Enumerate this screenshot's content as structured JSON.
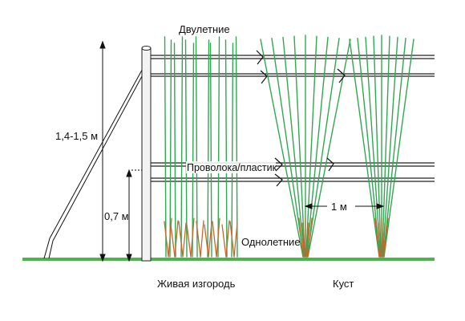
{
  "labels": {
    "biennial": "Двулетние",
    "wire_plastic": "Проволока/пластик",
    "annual": "Однолетние",
    "hedge": "Живая изгородь",
    "bush": "Куст",
    "total_height": "1,4-1,5 м",
    "lower_height": "0,7 м",
    "spacing": "1 м"
  },
  "colors": {
    "ground": "#4db34d",
    "cane_green": "#2fa84f",
    "cane_annual": "#c8662b",
    "post": "#f0f0f0",
    "wire": "#222222"
  }
}
